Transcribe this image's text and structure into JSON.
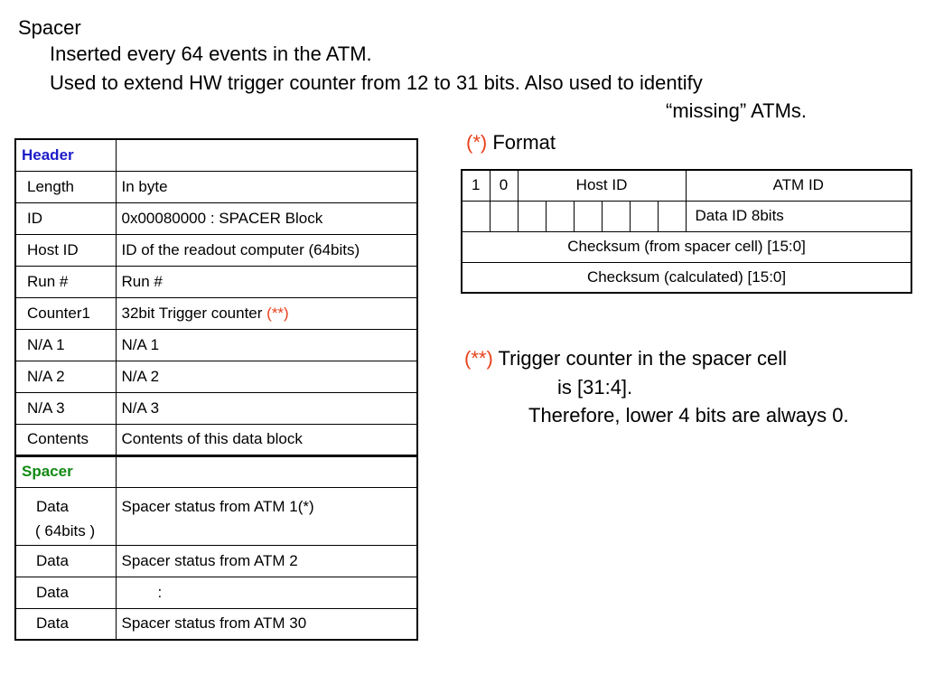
{
  "slide": {
    "title": "Spacer",
    "line1": "Inserted every 64 events in the ATM.",
    "line2": "Used to extend HW trigger counter from 12 to 31 bits. Also used to identify",
    "line3": "“missing” ATMs."
  },
  "format": {
    "marker": "(*)",
    "label": "Format",
    "row1": {
      "b1": "1",
      "b0": "0",
      "host_id": "Host ID",
      "atm_id": "ATM ID"
    },
    "row2": {
      "data_id": "Data ID 8bits"
    },
    "row3": "Checksum (from spacer cell) [15:0]",
    "row4": "Checksum (calculated) [15:0]"
  },
  "note": {
    "marker": "(**)",
    "line1": "Trigger counter in the spacer cell",
    "line2": "is [31:4].",
    "line3": "Therefore, lower 4 bits are always 0."
  },
  "table": {
    "header_label": "Header",
    "rows": [
      {
        "field": "Length",
        "desc": "In byte"
      },
      {
        "field": "ID",
        "desc": "0x00080000 : SPACER Block"
      },
      {
        "field": "Host ID",
        "desc": "ID of the readout computer (64bits)"
      },
      {
        "field": "Run #",
        "desc": "Run #"
      },
      {
        "field": "Counter1",
        "desc": "32bit Trigger counter",
        "marker": "(**)"
      },
      {
        "field": "N/A 1",
        "desc": "N/A 1"
      },
      {
        "field": "N/A 2",
        "desc": "N/A 2"
      },
      {
        "field": "N/A 3",
        "desc": "N/A 3"
      },
      {
        "field": "Contents",
        "desc": "Contents of this data block"
      }
    ],
    "spacer_label": "Spacer",
    "spacer_rows": [
      {
        "field": "Data",
        "field2": "( 64bits )",
        "desc": "Spacer status from ATM 1(*)"
      },
      {
        "field": "Data",
        "desc": "Spacer status from ATM 2"
      },
      {
        "field": "Data",
        "desc": ":"
      },
      {
        "field": "Data",
        "desc": "Spacer status from ATM 30"
      }
    ]
  }
}
